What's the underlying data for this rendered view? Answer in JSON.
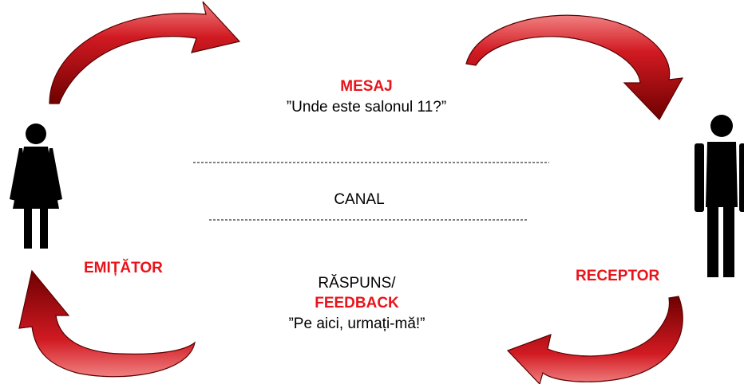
{
  "diagram": {
    "message": {
      "label": "MESAJ",
      "text": "”Unde este salonul 11?”"
    },
    "channel": {
      "label": "CANAL"
    },
    "response": {
      "label": "RĂSPUNS/",
      "feedback_label": "FEEDBACK",
      "text": "”Pe aici, urmați-mă!”"
    },
    "sender": {
      "label": "EMIȚĂTOR",
      "icon": "woman-figure-icon"
    },
    "receiver": {
      "label": "RECEPTOR",
      "icon": "man-figure-icon"
    }
  },
  "colors": {
    "accent": "#e8141b",
    "arrow_dark": "#7a0000",
    "arrow_mid": "#c1121a",
    "arrow_light": "#f08080",
    "figure": "#000000"
  }
}
